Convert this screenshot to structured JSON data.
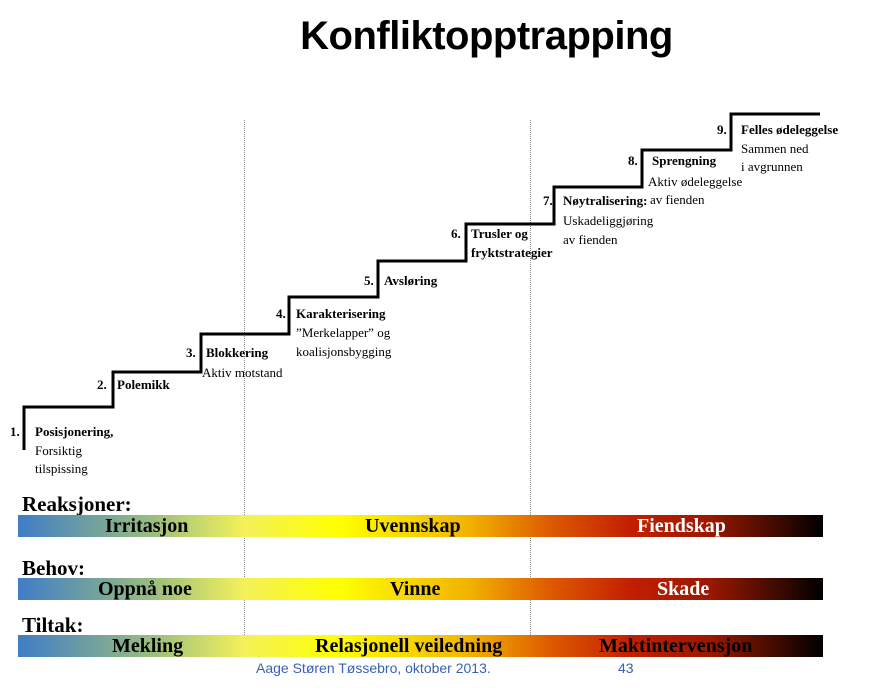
{
  "title": "Konfliktopptrapping",
  "steps": [
    {
      "num": "1.",
      "label": "Posisjonering,",
      "desc": [
        "Forsiktig",
        "tilspissing"
      ]
    },
    {
      "num": "2.",
      "label": "Polemikk",
      "desc": []
    },
    {
      "num": "3.",
      "label": "Blokkering",
      "desc": [
        "Aktiv motstand"
      ]
    },
    {
      "num": "4.",
      "label": "Karakterisering",
      "desc": [
        "”Merkelapper” og",
        "koalisjonsbygging"
      ]
    },
    {
      "num": "5.",
      "label": "Avsløring",
      "desc": []
    },
    {
      "num": "6.",
      "label": "Trusler og",
      "label2": "fryktstrategier",
      "desc": []
    },
    {
      "num": "7.",
      "label": "Nøytralisering:",
      "desc": [
        "Uskadeliggjøring",
        "av fienden"
      ]
    },
    {
      "num": "8.",
      "label": "Sprengning",
      "desc": [
        "Aktiv ødeleggelse",
        "av fienden"
      ]
    },
    {
      "num": "9.",
      "label": "Felles ødeleggelse",
      "desc": [
        "Sammen ned",
        "i avgrunnen"
      ]
    }
  ],
  "rows": [
    {
      "label": "Reaksjoner:",
      "phases": [
        "Irritasjon",
        "Uvennskap",
        "Fiendskap"
      ]
    },
    {
      "label": "Behov:",
      "phases": [
        "Oppnå noe",
        "Vinne",
        "Skade"
      ]
    },
    {
      "label": "Tiltak:",
      "phases": [
        "Mekling",
        "Relasjonell veiledning",
        "Maktintervensjon"
      ]
    }
  ],
  "footer": {
    "author": "Aage Støren Tøssebro, oktober 2013.",
    "page": "43"
  },
  "colors": {
    "band_start": "#3f7dc6",
    "band_mid": "#ffff00",
    "band_hot": "#c31f00",
    "band_end": "#000000",
    "footer_text": "#3a5fb8"
  }
}
